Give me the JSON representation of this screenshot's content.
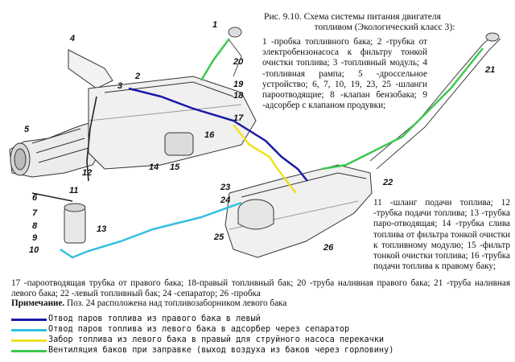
{
  "figure": {
    "title_line1": "Рис. 9.10. Схема системы питания двигателя",
    "title_line2": "топливом (Экологический класс 3):",
    "caption_right": "1 -пробка топливного бака; 2 -трубка от электробензонасоса к фильтру тонкой очистки топлива; 3 -топливный модуль; 4 -топливная рампа; 5 -дроссельное устройство; 6, 7, 10, 19, 23, 25 -шланги пароотводящие; 8 -клапан бензобака; 9 -адсорбер с клапаном продувки;",
    "caption_mid": "11 -шланг подачи топлива; 12 -трубка подачи топлива; 13 -трубка паро-отводящая; 14 -трубка слива топлива от фильтра тонкой очистки к топливному модулю; 15 -фильтр тонкой очистки топлива; 16 -трубка подачи топлива к правому баку;",
    "caption_bottom": "17 -пароотводящая трубка от правого бака; 18-правый топливный бак; 20 -труба наливная правого бака; 21 -труба наливная левого бака; 22 -левый топливный бак; 24 -сепаратор; 26 -пробка",
    "note_label": "Примечание.",
    "note_text": " Поз. 24 расположена над топливозаборником левого бака"
  },
  "labels": [
    "1",
    "2",
    "3",
    "4",
    "5",
    "6",
    "7",
    "8",
    "9",
    "10",
    "11",
    "12",
    "13",
    "14",
    "15",
    "16",
    "17",
    "18",
    "19",
    "20",
    "21",
    "22",
    "23",
    "24",
    "25",
    "26"
  ],
  "legend": [
    {
      "label": "Отвод паров топлива из правого бака в левый",
      "color": "#1a1aa8"
    },
    {
      "label": "Отвод паров топлива из левого бака в адсорбер через сепаратор",
      "color": "#33c0e0"
    },
    {
      "label": "Забор топлива из левого бака в правый для струйного насоса перекачки",
      "color": "#f0e020"
    },
    {
      "label": "Вентиляция баков при заправке (выход воздуха из баков через горловину)",
      "color": "#3cc850"
    }
  ]
}
